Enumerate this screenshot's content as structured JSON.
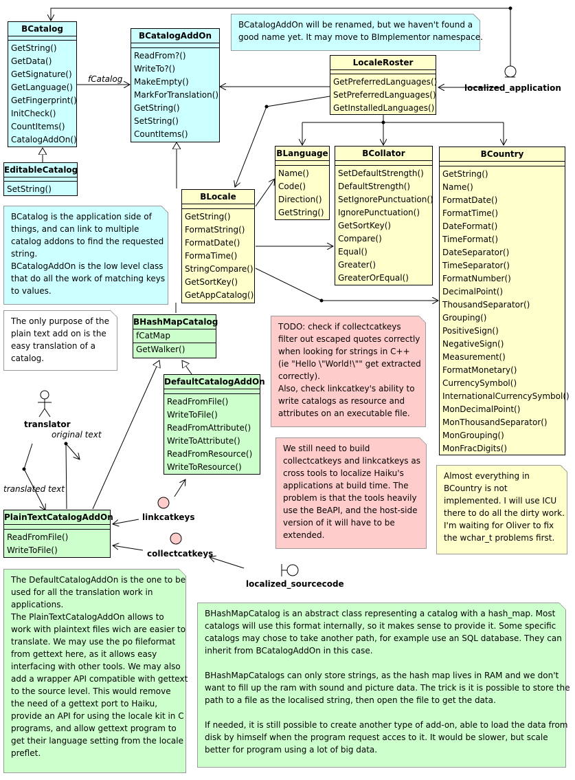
{
  "classes": {
    "bcatalog": {
      "name": "BCatalog",
      "ops": [
        "GetString()",
        "GetData()",
        "GetSignature()",
        "GetLanguage()",
        "GetFingerprint()",
        "InitCheck()",
        "CountItems()",
        "CatalogAddOn()"
      ]
    },
    "editable": {
      "name": "EditableCatalog",
      "ops": [
        "SetString()"
      ]
    },
    "addon": {
      "name": "BCatalogAddOn",
      "ops": [
        "ReadFrom?()",
        "WriteTo?()",
        "MakeEmpty()",
        "MarkForTranslation()",
        "GetString()",
        "SetString()",
        "CountItems()"
      ]
    },
    "roster": {
      "name": "LocaleRoster",
      "ops": [
        "GetPreferredLanguages()",
        "SetPreferredLanguages()",
        "GetInstalledLanguages()"
      ]
    },
    "blanguage": {
      "name": "BLanguage",
      "ops": [
        "Name()",
        "Code()",
        "Direction()",
        "GetString()"
      ]
    },
    "bcollator": {
      "name": "BCollator",
      "ops": [
        "SetDefaultStrength()",
        "DefaultStrength()",
        "SetIgnorePunctuation()",
        "IgnorePunctuation()",
        "GetSortKey()",
        "Compare()",
        "Equal()",
        "Greater()",
        "GreaterOrEqual()"
      ]
    },
    "bcountry": {
      "name": "BCountry",
      "ops": [
        "GetString()",
        "Name()",
        "FormatDate()",
        "FormatTime()",
        "DateFormat()",
        "TimeFormat()",
        "DateSeparator()",
        "TimeSeparator()",
        "FormatNumber()",
        "DecimalPoint()",
        "ThousandSeparator()",
        "Grouping()",
        "PositiveSign()",
        "NegativeSign()",
        "Measurement()",
        "FormatMonetary()",
        "CurrencySymbol()",
        "InternationalCurrencySymbol()",
        "MonDecimalPoint()",
        "MonThousandSeparator()",
        "MonGrouping()",
        "MonFracDigits()"
      ]
    },
    "blocale": {
      "name": "BLocale",
      "ops": [
        "GetString()",
        "FormatString()",
        "FormatDate()",
        "FormaTime()",
        "StringCompare()",
        "GetSortKey()",
        "GetAppCatalog()"
      ]
    },
    "hashmap": {
      "name": "BHashMapCatalog",
      "attrs": [
        "fCatMap"
      ],
      "ops": [
        "GetWalker()"
      ]
    },
    "default": {
      "name": "DefaultCatalogAddOn",
      "ops": [
        "ReadFromFile()",
        "WriteToFile()",
        "ReadFromAttribute()",
        "WriteToAttribute()",
        "ReadFromResource()",
        "WriteToResource()"
      ]
    },
    "plaintext": {
      "name": "PlainTextCatalogAddOn",
      "ops": [
        "ReadFromFile()",
        "WriteToFile()"
      ]
    }
  },
  "notes": {
    "rename": [
      "BCatalogAddOn will be renamed, but we haven't found a",
      "good name yet. It may move to BImplementor namespace."
    ],
    "bcatalog_side": [
      "BCatalog is the application side of",
      "things, and can link to multiple",
      "catalog addons to find the requested",
      "string.",
      "BCatalogAddOn is the low level class",
      "that do all the work of matching keys",
      "to values."
    ],
    "plaintext_purpose": [
      "The only purpose of the",
      "plain text add on is the",
      "easy translation of a",
      "catalog."
    ],
    "todo": [
      "TODO: check if collectcatkeys",
      "filter out escaped quotes correctly",
      "when looking for strings in C++",
      "(ie \"Hello \\\"World!\\\"\" get extracted",
      "correctly).",
      "Also, check linkcatkey's ability to",
      "write catalogs as resource and",
      "attributes on an executable file."
    ],
    "cross_tools": [
      "We still need to build",
      "collectcatkeys and linkcatkeys as",
      "cross tools to localize Haiku's",
      "applications at build time. The",
      "problem is that the tools heavily",
      "use the BeAPI, and the host-side",
      "version of it will have to be",
      "extended."
    ],
    "bcountry_note": [
      "Almost everything in",
      "BCountry is not",
      "implemented. I will use ICU",
      "there to do all the dirty work.",
      "I'm waiting for Oliver to fix",
      "the wchar_t problems first."
    ],
    "default_addon": [
      "The DefaultCatalogAddOn is the one to be",
      "used for all the translation work in",
      "applications.",
      "The PlainTextCatalogAddOn allows to",
      "work with plaintext files wich are easier to",
      "translate. We may use the po fileformat",
      "from gettext here, as it allows easy",
      "interfacing with other tools. We may also",
      "add a wrapper API compatible with gettext",
      "to the source level. This would remove",
      "the need of a gettext port to Haiku,",
      "provide an API for using the locale kit in C",
      "programs, and allow gettext program to",
      "get their language setting from the locale",
      "preflet."
    ],
    "hashmap_note": [
      "BHashMapCatalog is an abstract class representing a catalog with a hash_map. Most",
      "catalogs will use this format internally, so it makes sense to provide it. Some specific",
      "catalogs may chose to take another path, for example use an SQL database. They can",
      "inherit from BCatalogAddOn in this case.",
      "",
      "BHashMapCatalogs can only store strings, as the hash map lives in RAM and we don't",
      "want to fill up the ram with sound and picture data. The trick is it is possible to store the",
      "path to a file as the localised string, then open the file to get the data.",
      "",
      "If needed, it is still possible to create another type of add-on, able to load the data from",
      "disk by himself when the program request acces to it. It would be slower, but scale",
      "better for program using a lot of big data."
    ]
  },
  "labels": {
    "fcatalog": "fCatalog",
    "localized_application": "localized_application",
    "translator": "translator",
    "original_text": "original text",
    "translated_text": "translated text",
    "linkcatkeys": "linkcatkeys",
    "collectcatkeys": "collectcatkeys",
    "localized_sourcecode": "localized_sourcecode"
  }
}
